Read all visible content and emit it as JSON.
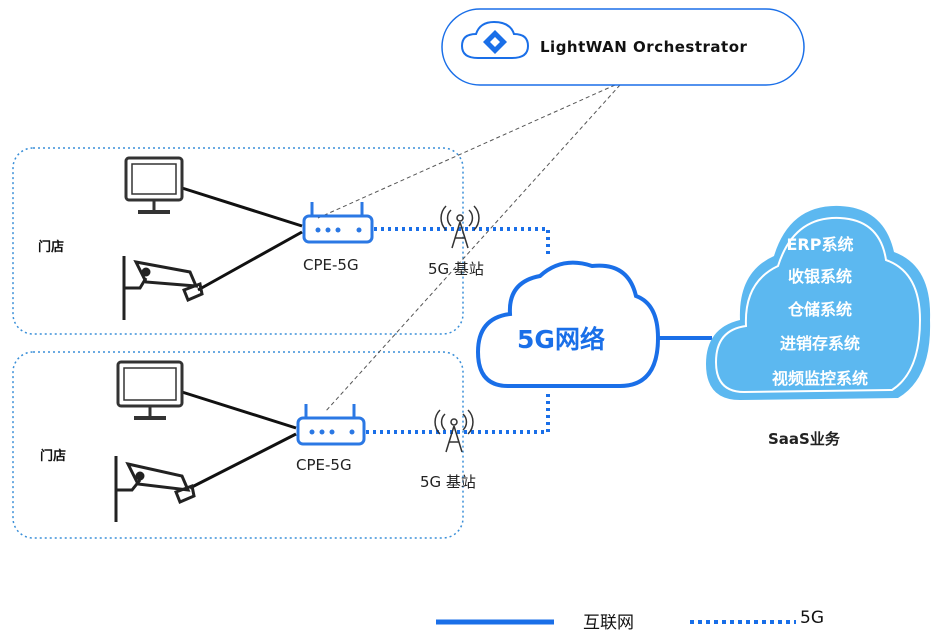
{
  "orchestrator": {
    "title": "LightWAN Orchestrator"
  },
  "stores": [
    {
      "label": "门店",
      "cpe_label": "CPE-5G",
      "base_station_label": "5G 基站"
    },
    {
      "label": "门店",
      "cpe_label": "CPE-5G",
      "base_station_label": "5G 基站"
    }
  ],
  "network_cloud": {
    "label": "5G网络"
  },
  "saas": {
    "title": "SaaS业务",
    "items": [
      "ERP系统",
      "收银系统",
      "仓储系统",
      "进销存系统",
      "视频监控系统"
    ]
  },
  "legend": {
    "internet_label": "互联网",
    "fiveg_label": "5G"
  },
  "colors": {
    "accent": "#1a6fe8",
    "saas_cloud": "#5cb8f0",
    "store_border": "#3a8fd8"
  }
}
